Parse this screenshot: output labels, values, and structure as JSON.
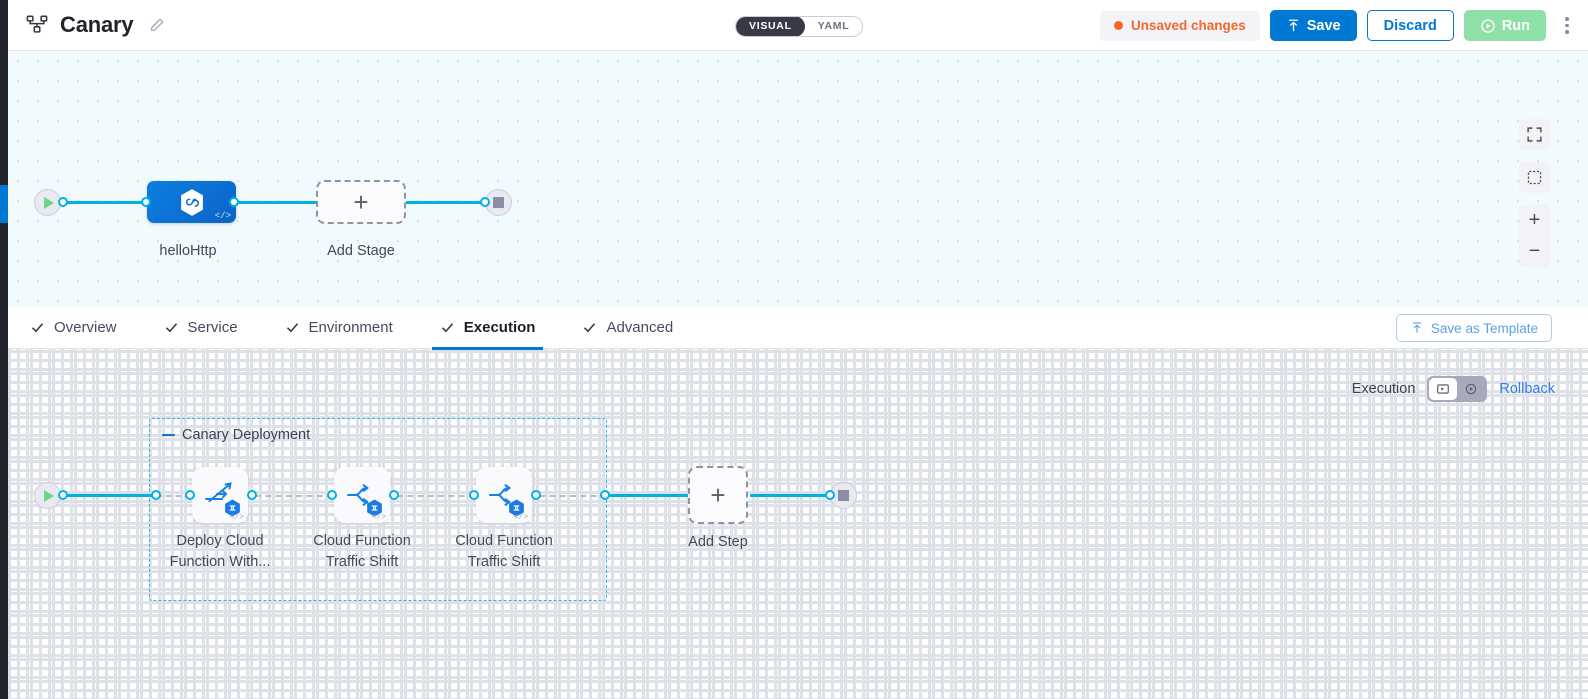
{
  "header": {
    "icon": "pipeline-icon",
    "title": "Canary",
    "edit_icon": "pencil-icon",
    "mode_toggle": {
      "options": [
        "VISUAL",
        "YAML"
      ],
      "selected": "VISUAL"
    },
    "unsaved_label": "Unsaved changes",
    "save_label": "Save",
    "discard_label": "Discard",
    "run_label": "Run",
    "menu_icon": "kebab-menu-icon"
  },
  "colors": {
    "accent_blue": "#0278d5",
    "edge_cyan": "#00b2e3",
    "warning_orange": "#f4682a",
    "run_green": "#8fdfa8",
    "group_dashed": "#2cb6e8"
  },
  "stage_canvas": {
    "start_icon": "play-icon",
    "end_icon": "stop-icon",
    "stage": {
      "name": "helloHttp",
      "icon": "harness-hexagon-icon",
      "code_badge": "</>"
    },
    "add_stage": {
      "label": "Add Stage",
      "icon": "plus-icon"
    },
    "controls": [
      {
        "name": "fit-to-screen",
        "icon": "expand-icon"
      },
      {
        "name": "selection-box",
        "icon": "marquee-select-icon"
      },
      {
        "name": "zoom-in",
        "icon": "plus-icon"
      },
      {
        "name": "zoom-out",
        "icon": "minus-icon"
      }
    ]
  },
  "tabs": [
    {
      "label": "Overview",
      "checked": true,
      "active": false
    },
    {
      "label": "Service",
      "checked": true,
      "active": false
    },
    {
      "label": "Environment",
      "checked": true,
      "active": false
    },
    {
      "label": "Execution",
      "checked": true,
      "active": true
    },
    {
      "label": "Advanced",
      "checked": true,
      "active": false
    }
  ],
  "save_as_template": {
    "label": "Save as Template",
    "icon": "template-upload-icon"
  },
  "execution": {
    "exec_label": "Execution",
    "toggle": [
      {
        "name": "execution-view",
        "icon": "execution-icon",
        "active": true
      },
      {
        "name": "rollback-view",
        "icon": "rollback-icon",
        "active": false
      }
    ],
    "rollback_label": "Rollback",
    "group": {
      "label": "Canary Deployment",
      "steps": [
        {
          "label": "Deploy Cloud\nFunction With...",
          "icon": "deploy-function-icon",
          "badge": "harness-hexagon-badge",
          "code_badge": "</>"
        },
        {
          "label": "Cloud Function\nTraffic Shift",
          "icon": "traffic-shift-icon",
          "badge": "harness-hexagon-badge",
          "code_badge": "</>"
        },
        {
          "label": "Cloud Function\nTraffic Shift",
          "icon": "traffic-shift-icon",
          "badge": "harness-hexagon-badge",
          "code_badge": "</>"
        }
      ]
    },
    "add_step": {
      "label": "Add Step",
      "icon": "plus-icon"
    },
    "start_icon": "play-icon",
    "end_icon": "stop-icon"
  }
}
